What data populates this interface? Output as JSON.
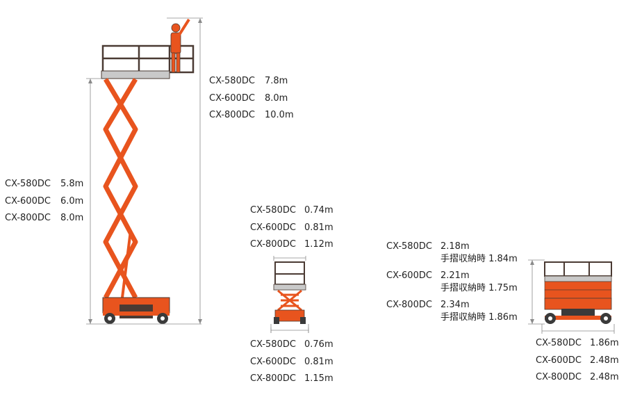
{
  "colors": {
    "orange": "#e8541e",
    "frame": "#4a3a33",
    "platform": "#c9c9c9",
    "dim_line": "#8a8a8a",
    "text": "#222222"
  },
  "platform_height": [
    {
      "model": "CX-580DC",
      "value": "7.8m"
    },
    {
      "model": "CX-600DC",
      "value": "8.0m"
    },
    {
      "model": "CX-800DC",
      "value": "10.0m"
    }
  ],
  "working_height_side": [
    {
      "model": "CX-580DC",
      "value": "5.8m"
    },
    {
      "model": "CX-600DC",
      "value": "6.0m"
    },
    {
      "model": "CX-800DC",
      "value": "8.0m"
    }
  ],
  "front_upper": [
    {
      "model": "CX-580DC",
      "value": "0.74m"
    },
    {
      "model": "CX-600DC",
      "value": "0.81m"
    },
    {
      "model": "CX-800DC",
      "value": "1.12m"
    }
  ],
  "front_lower": [
    {
      "model": "CX-580DC",
      "value": "0.76m"
    },
    {
      "model": "CX-600DC",
      "value": "0.81m"
    },
    {
      "model": "CX-800DC",
      "value": "1.15m"
    }
  ],
  "stowed_height": [
    {
      "model": "CX-580DC",
      "value": "2.18m",
      "sub": "手摺収納時 1.84m"
    },
    {
      "model": "CX-600DC",
      "value": "2.21m",
      "sub": "手摺収納時 1.75m"
    },
    {
      "model": "CX-800DC",
      "value": "2.34m",
      "sub": "手摺収納時 1.86m"
    }
  ],
  "stowed_length": [
    {
      "model": "CX-580DC",
      "value": "1.86m"
    },
    {
      "model": "CX-600DC",
      "value": "2.48m"
    },
    {
      "model": "CX-800DC",
      "value": "2.48m"
    }
  ]
}
